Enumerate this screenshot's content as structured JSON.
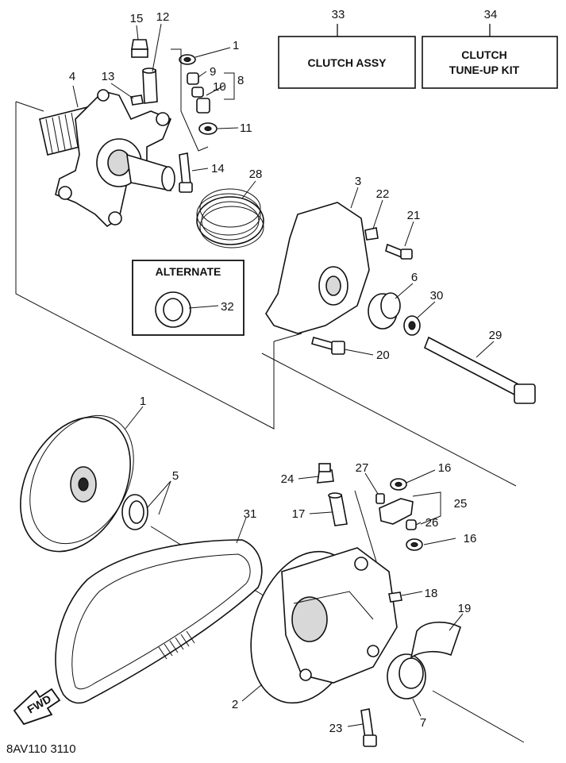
{
  "diagram": {
    "boxes": {
      "clutch_assy": {
        "number": "33",
        "label": "CLUTCH ASSY"
      },
      "tune_up_kit": {
        "number": "34",
        "label_line1": "CLUTCH",
        "label_line2": "TUNE-UP KIT"
      },
      "alternate": {
        "label": "ALTERNATE",
        "part_number": "32"
      }
    },
    "callouts": {
      "p1_top": "1",
      "p1_sheave": "1",
      "p2": "2",
      "p3": "3",
      "p4": "4",
      "p5": "5",
      "p6": "6",
      "p7": "7",
      "p8": "8",
      "p9": "9",
      "p10": "10",
      "p11": "11",
      "p12": "12",
      "p13": "13",
      "p14": "14",
      "p15": "15",
      "p16a": "16",
      "p16b": "16",
      "p17": "17",
      "p18": "18",
      "p19": "19",
      "p20": "20",
      "p21": "21",
      "p22": "22",
      "p23": "23",
      "p24": "24",
      "p25": "25",
      "p26": "26",
      "p27": "27",
      "p28": "28",
      "p29": "29",
      "p30": "30",
      "p31": "31"
    },
    "fwd_label": "FWD",
    "figure_code": "8AV110 3110"
  }
}
